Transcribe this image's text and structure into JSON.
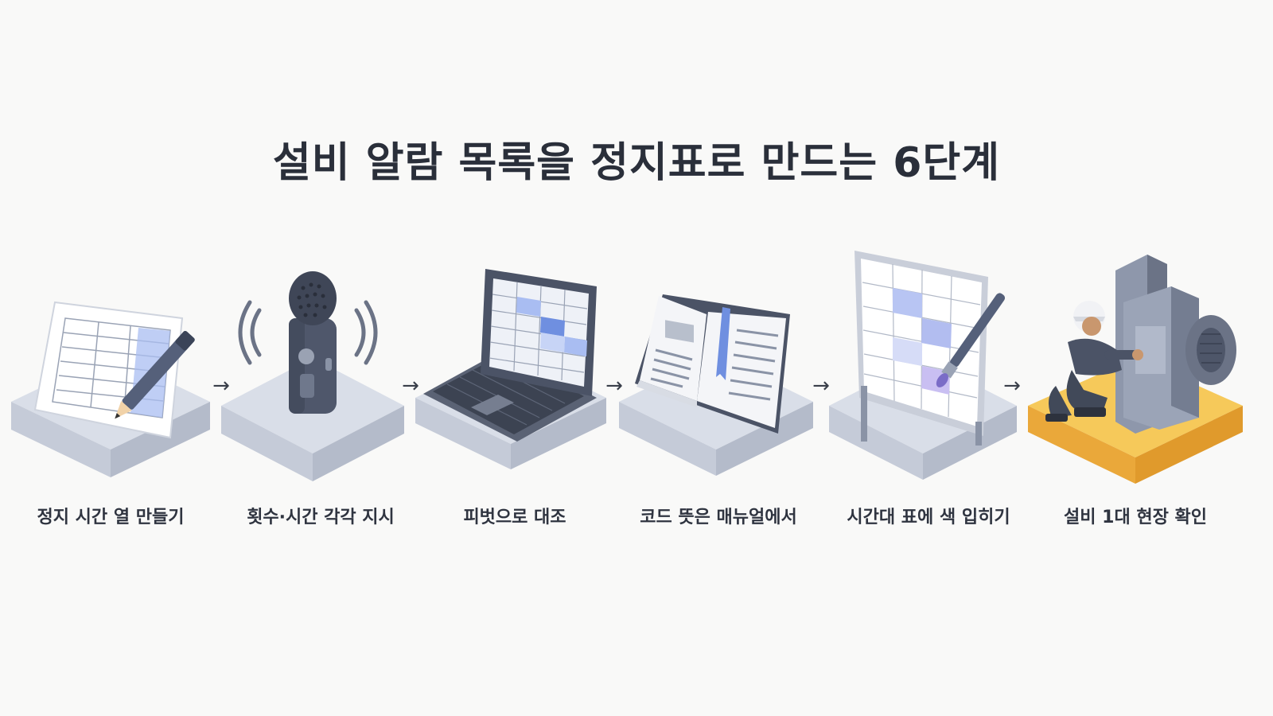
{
  "title": "설비 알람 목록을 정지표로 만드는 6단계",
  "steps": [
    {
      "label": "정지 시간 열 만들기",
      "icon": "spreadsheet-pencil-icon"
    },
    {
      "label": "횟수·시간 각각 지시",
      "icon": "microphone-icon"
    },
    {
      "label": "피벗으로 대조",
      "icon": "laptop-pivot-icon"
    },
    {
      "label": "코드 뜻은 매뉴얼에서",
      "icon": "open-manual-icon"
    },
    {
      "label": "시간대 표에 색 입히기",
      "icon": "whiteboard-brush-icon"
    },
    {
      "label": "설비 1대 현장 확인",
      "icon": "worker-machine-icon"
    }
  ],
  "arrow_glyph": "→",
  "colors": {
    "platform": "#d6dbe6",
    "platform_side": "#b9c0cf",
    "accent_blue": "#8fa9e8",
    "dark": "#4b5366",
    "highlight_platform": "#f6c95a"
  }
}
